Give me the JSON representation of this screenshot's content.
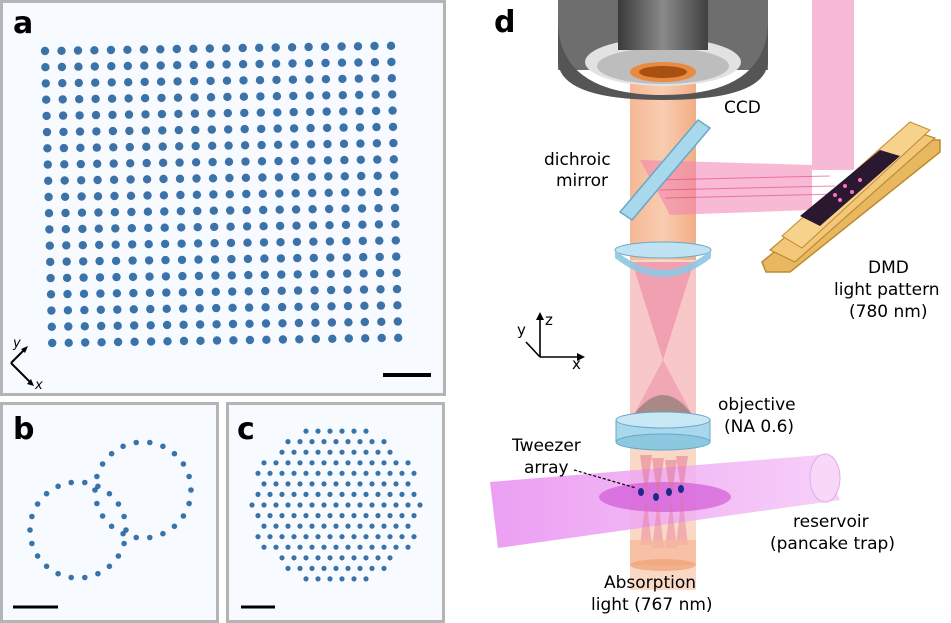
{
  "panels": {
    "a": {
      "label": "a"
    },
    "b": {
      "label": "b"
    },
    "c": {
      "label": "c"
    },
    "d": {
      "label": "d"
    }
  },
  "axes_a": {
    "y": "y",
    "x": "x"
  },
  "diagram": {
    "ccd": "CCD",
    "dichroic": [
      "dichroic",
      "mirror"
    ],
    "dmd": [
      "DMD",
      "light pattern",
      "(780 nm)"
    ],
    "objective": [
      "objective",
      "(NA 0.6)"
    ],
    "tweezer": [
      "Tweezer",
      "array"
    ],
    "reservoir": [
      "reservoir",
      "(pancake trap)"
    ],
    "absorption": [
      "Absorption",
      "light (767 nm)"
    ],
    "axes": {
      "y": "y",
      "z": "z",
      "x": "x"
    }
  },
  "colors": {
    "atom": "#1a5a9a",
    "panel_border": "#b4b4b4",
    "imaging_beam": "#f2a070",
    "dmd_beam": "#f080b0",
    "reservoir_beam": "#e070e8",
    "optic_glass": "#a8d8ec",
    "dmd_chip": "#e8b860",
    "camera": "#505050"
  }
}
